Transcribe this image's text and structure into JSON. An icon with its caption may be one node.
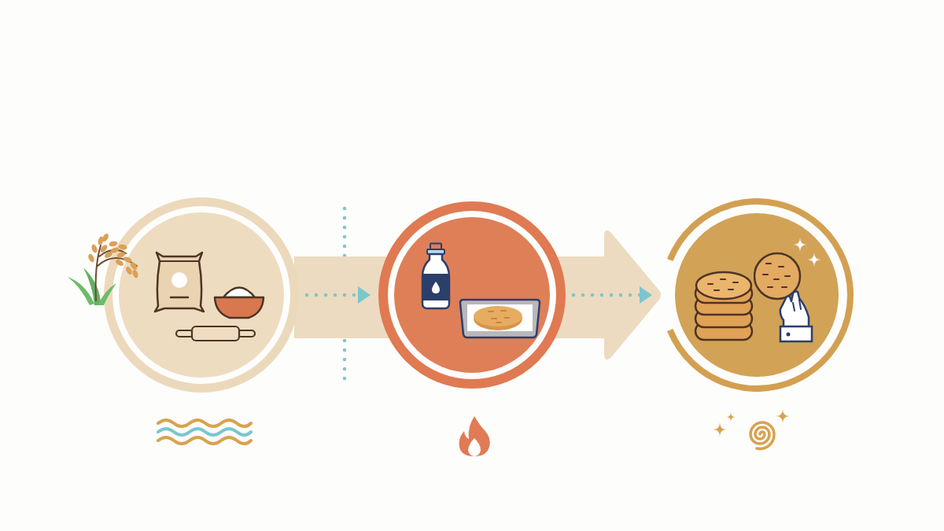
{
  "diagram": {
    "nodes": [
      {
        "text": [],
        "shape": "circle"
      },
      {
        "text": [],
        "shape": "circle"
      },
      {
        "text": [],
        "shape": "circle"
      }
    ],
    "edges": [
      {
        "from": 0,
        "to": 1,
        "arrow": "to"
      },
      {
        "from": 1,
        "to": 2,
        "arrow": "to"
      }
    ]
  }
}
